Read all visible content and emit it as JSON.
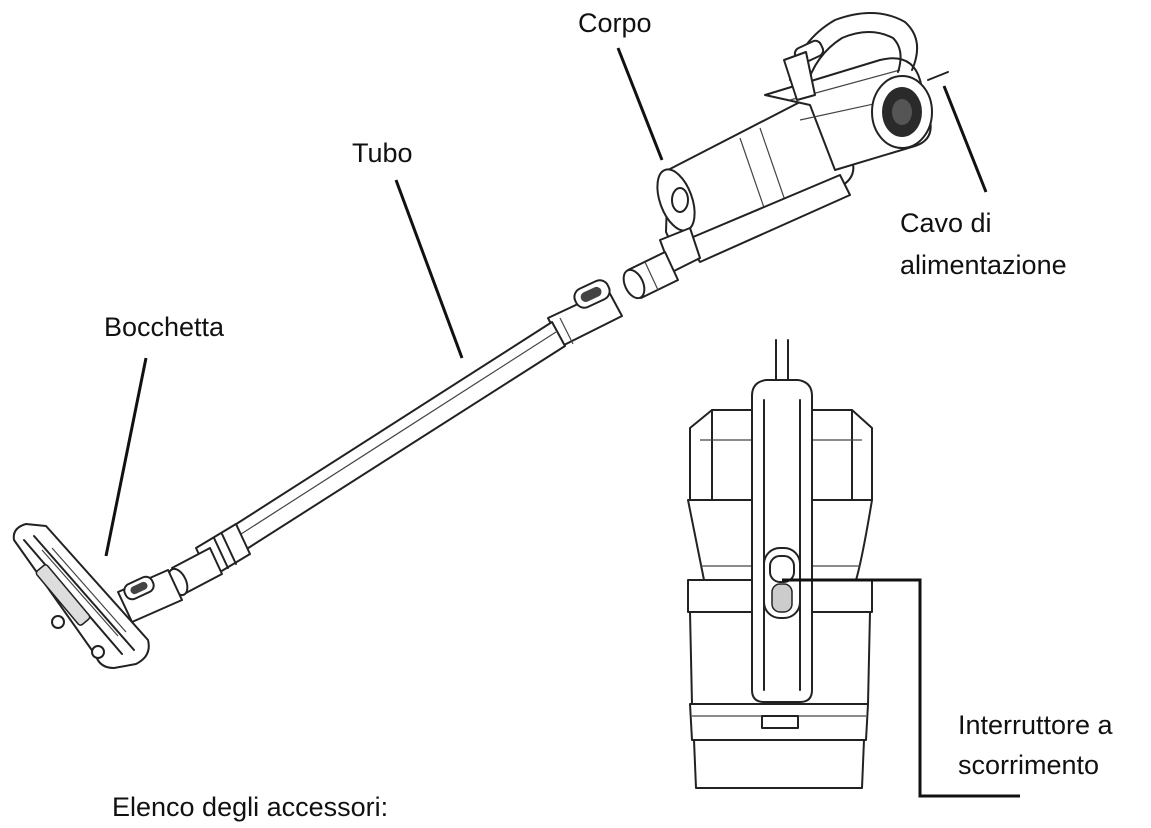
{
  "labels": {
    "body": "Corpo",
    "tube": "Tubo",
    "nozzle": "Bocchetta",
    "cable_line1": "Cavo di",
    "cable_line2": "alimentazione",
    "switch_line1": "Interruttore a",
    "switch_line2": "scorrimento"
  },
  "caption": "Elenco degli accessori:"
}
